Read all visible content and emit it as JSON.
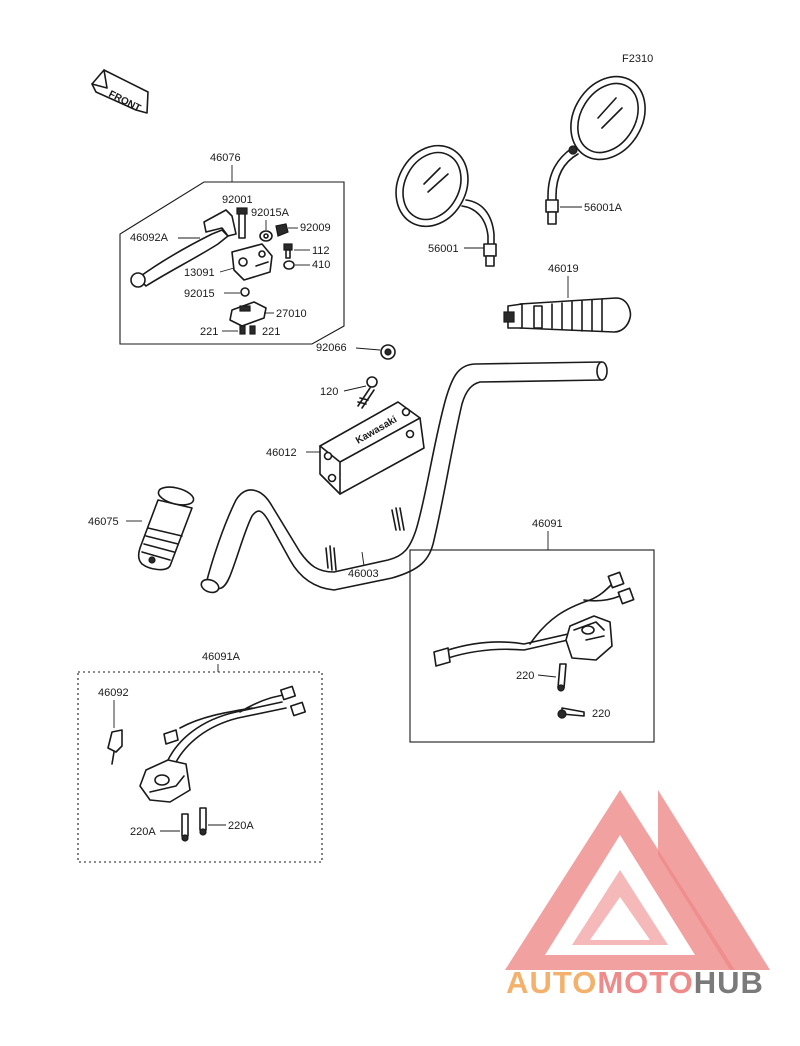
{
  "figure_code": "F2310",
  "front_tag": "FRONT",
  "brand_plate": "Kawasaki",
  "parts": {
    "p46076": "46076",
    "p92001": "92001",
    "p92015A": "92015A",
    "p92009": "92009",
    "p46092A": "46092A",
    "p112": "112",
    "p13091": "13091",
    "p410": "410",
    "p92015": "92015",
    "p27010": "27010",
    "p221a": "221",
    "p221b": "221",
    "p56001": "56001",
    "p56001A": "56001A",
    "p46019": "46019",
    "p92066": "92066",
    "p120": "120",
    "p46012": "46012",
    "p46075": "46075",
    "p46003": "46003",
    "p46091": "46091",
    "p220a": "220",
    "p220b": "220",
    "p46091A": "46091A",
    "p46092": "46092",
    "p220Aa": "220A",
    "p220Ab": "220A"
  },
  "watermark": {
    "part1": "AUTO",
    "part2": "MOTO",
    "part3": "HUB",
    "colors": {
      "orange": "#f3b16b",
      "red": "#ef8a8a",
      "gray": "#7a7a7a"
    }
  }
}
